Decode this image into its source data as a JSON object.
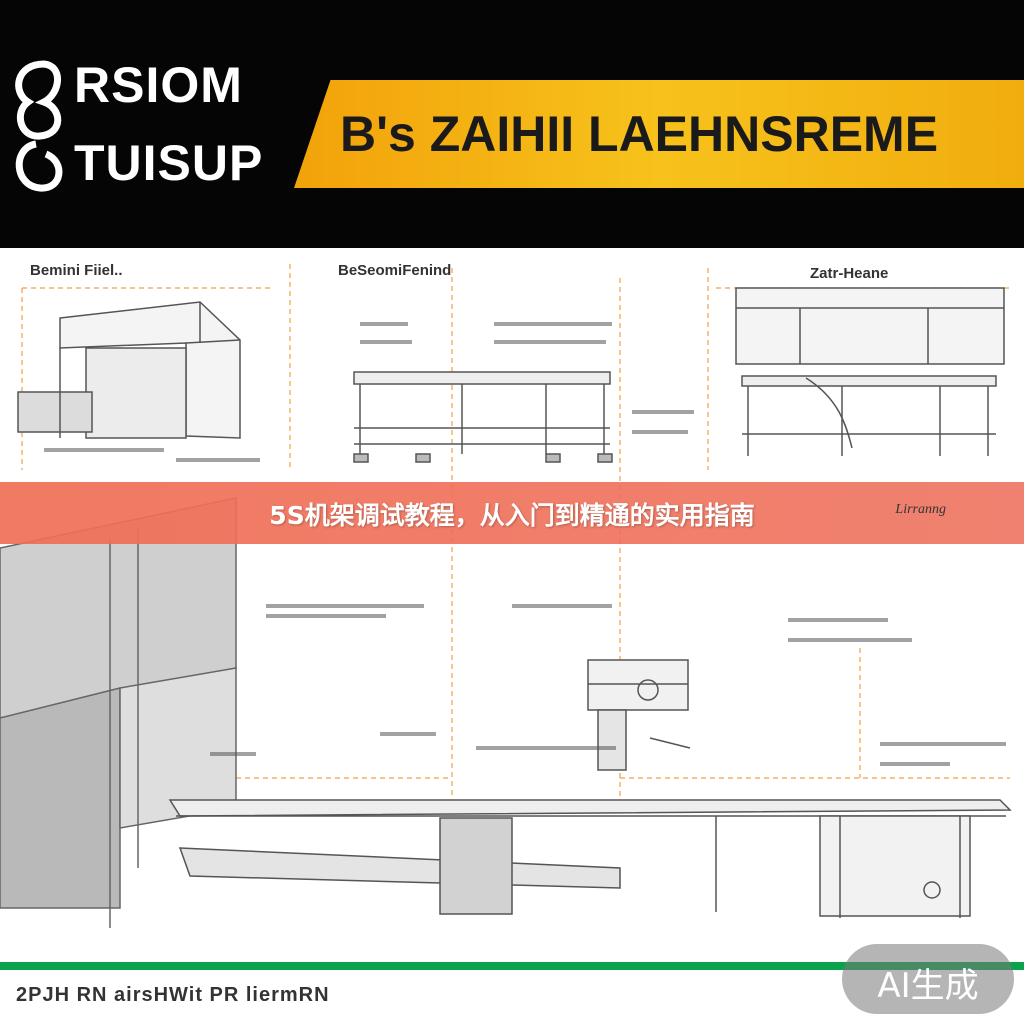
{
  "header": {
    "logo_line1": "RSIOM",
    "logo_line2": "TUISUP",
    "banner_text": "B's  ZAIHII LAEHNSREME"
  },
  "panels": {
    "left_title": "Bemini Fiiel..",
    "middle_title": "BeSeomiFenind",
    "right_title": "Zatr-Heane"
  },
  "caption": {
    "title": "5S机架调试教程，从入门到精通的实用指南",
    "right_text": "Lirranng"
  },
  "footer": {
    "text": "2PJH RN airsHWit PR liermRN"
  },
  "badge": {
    "text": "AI生成"
  },
  "colors": {
    "header_bg": "#050505",
    "banner": "#f7c21b",
    "caption_bar": "#f06e55",
    "green_line": "#0aa34a",
    "dashed_guides": "#f0a040"
  }
}
